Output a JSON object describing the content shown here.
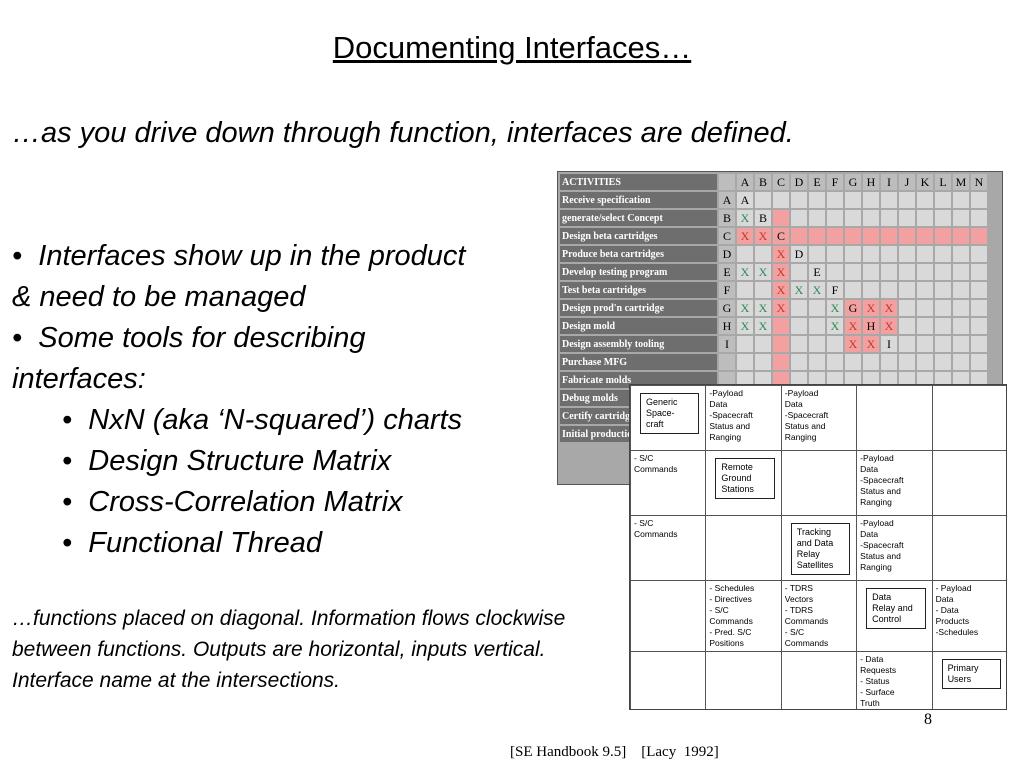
{
  "title": "Documenting Interfaces…",
  "intro": "…as you drive down through function, interfaces are defined.",
  "bullets": [
    {
      "marker": "•",
      "text": "Interfaces show up in the product"
    },
    {
      "text": "& need to be managed"
    },
    {
      "marker": "•",
      "text": "Some tools for describing"
    },
    {
      "text": "interfaces:"
    }
  ],
  "sub_bullets": [
    {
      "marker": "•",
      "text": "NxN (aka ‘N-squared’) charts"
    },
    {
      "marker": "•",
      "text": "Design Structure Matrix"
    },
    {
      "marker": "•",
      "text": "Cross-Correlation Matrix"
    },
    {
      "marker": "•",
      "text": "Functional Thread"
    }
  ],
  "note": "…functions placed on diagonal.  Information flows clockwise between functions.  Outputs are horizontal, inputs vertical.  Interface name at the intersections.",
  "page_number": "8",
  "citation": "[SE Handbook 9.5]    [Lacy  1992]",
  "dsm": {
    "header_label": "ACTIVITIES",
    "columns": [
      "A",
      "B",
      "C",
      "D",
      "E",
      "F",
      "G",
      "H",
      "I",
      "J",
      "K",
      "L",
      "M",
      "N"
    ],
    "rows": [
      {
        "label": "Receive   specification",
        "cells": [
          "A",
          "A",
          "",
          "",
          "",
          "",
          "",
          "",
          "",
          "",
          "",
          "",
          "",
          "",
          ""
        ],
        "pink": [],
        "pink_all": false
      },
      {
        "label": "generate/select Concept",
        "cells": [
          "B",
          "X",
          "B",
          "",
          "",
          "",
          "",
          "",
          "",
          "",
          "",
          "",
          "",
          "",
          ""
        ],
        "pink": [
          3
        ],
        "pink_all": false
      },
      {
        "label": "Design beta cartridges",
        "cells": [
          "C",
          "X",
          "X",
          "C",
          "",
          "",
          "",
          "",
          "",
          "",
          "",
          "",
          "",
          "",
          ""
        ],
        "pink": [],
        "pink_all": true
      },
      {
        "label": "Produce beta cartridges",
        "cells": [
          "D",
          "",
          "",
          "X",
          "D",
          "",
          "",
          "",
          "",
          "",
          "",
          "",
          "",
          "",
          ""
        ],
        "pink": [
          3
        ],
        "pink_all": false
      },
      {
        "label": "Develop testing program",
        "cells": [
          "E",
          "X",
          "X",
          "X",
          "",
          "E",
          "",
          "",
          "",
          "",
          "",
          "",
          "",
          "",
          ""
        ],
        "pink": [
          3
        ],
        "pink_all": false
      },
      {
        "label": "Test beta cartridges",
        "cells": [
          "F",
          "",
          "",
          "X",
          "X",
          "X",
          "F",
          "",
          "",
          "",
          "",
          "",
          "",
          "",
          ""
        ],
        "pink": [
          3
        ],
        "pink_all": false
      },
      {
        "label": "Design prod'n cartridge",
        "cells": [
          "G",
          "X",
          "X",
          "X",
          "",
          "",
          "X",
          "G",
          "X",
          "X",
          "",
          "",
          "",
          "",
          ""
        ],
        "pink": [
          3,
          7,
          8,
          9
        ],
        "pink_all": false
      },
      {
        "label": "Design mold",
        "cells": [
          "H",
          "X",
          "X",
          "",
          "",
          "",
          "X",
          "X",
          "H",
          "X",
          "",
          "",
          "",
          "",
          ""
        ],
        "pink": [
          3,
          7,
          8,
          9
        ],
        "pink_all": false
      },
      {
        "label": "Design assembly tooling",
        "cells": [
          "I",
          "",
          "",
          "",
          "",
          "",
          "",
          "X",
          "X",
          "I",
          "",
          "",
          "",
          "",
          ""
        ],
        "pink": [
          3,
          7,
          8
        ],
        "pink_all": false
      },
      {
        "label": "Purchase MFG",
        "cells": [
          "",
          "",
          "",
          "",
          "",
          "",
          "",
          "",
          "",
          "",
          "",
          "",
          "",
          "",
          ""
        ],
        "pink": [
          3
        ],
        "pink_all": false
      },
      {
        "label": "Fabricate molds",
        "cells": [
          "",
          "",
          "",
          "",
          "",
          "",
          "",
          "",
          "",
          "",
          "",
          "",
          "",
          "",
          ""
        ],
        "pink": [
          3
        ],
        "pink_all": false
      },
      {
        "label": "Debug molds",
        "cells": [
          "",
          "",
          "",
          "",
          "",
          "",
          "",
          "",
          "",
          "",
          "",
          "",
          "",
          "",
          ""
        ],
        "pink": [
          3
        ],
        "pink_all": false
      },
      {
        "label": "Certify cartridge",
        "cells": [
          "",
          "",
          "",
          "",
          "",
          "",
          "",
          "",
          "",
          "",
          "",
          "",
          "",
          "",
          ""
        ],
        "pink": [
          3
        ],
        "pink_all": false
      },
      {
        "label": "Initial production",
        "cells": [
          "",
          "",
          "",
          "",
          "",
          "",
          "",
          "",
          "",
          "",
          "",
          "",
          "",
          "",
          ""
        ],
        "pink": [
          3
        ],
        "pink_all": false
      }
    ]
  },
  "n2": {
    "rows": [
      [
        {
          "box": "Generic\nSpace-\ncraft"
        },
        {
          "text": "-Payload\nData\n-Spacecraft\nStatus and\nRanging"
        },
        {
          "text": "-Payload\nData\n-Spacecraft\nStatus and\nRanging"
        },
        {
          "text": ""
        },
        {
          "text": ""
        }
      ],
      [
        {
          "text": "- S/C\nCommands"
        },
        {
          "box": "Remote\nGround\nStations"
        },
        {
          "text": ""
        },
        {
          "text": "-Payload\nData\n-Spacecraft\nStatus and\nRanging"
        },
        {
          "text": ""
        }
      ],
      [
        {
          "text": "- S/C\nCommands"
        },
        {
          "text": ""
        },
        {
          "box": "Tracking\nand Data\nRelay\nSatellites"
        },
        {
          "text": "-Payload\nData\n-Spacecraft\nStatus and\nRanging"
        },
        {
          "text": ""
        }
      ],
      [
        {
          "text": ""
        },
        {
          "text": "- Schedules\n- Directives\n- S/C\nCommands\n- Pred. S/C\nPositions"
        },
        {
          "text": "- TDRS\nVectors\n- TDRS\nCommands\n- S/C\nCommands"
        },
        {
          "box": "Data\nRelay and\nControl"
        },
        {
          "text": "- Payload\nData\n- Data\nProducts\n-Schedules"
        }
      ],
      [
        {
          "text": ""
        },
        {
          "text": ""
        },
        {
          "text": ""
        },
        {
          "text": "- Data\nRequests\n- Status\n- Surface\nTruth"
        },
        {
          "box": "Primary\nUsers"
        }
      ]
    ]
  }
}
